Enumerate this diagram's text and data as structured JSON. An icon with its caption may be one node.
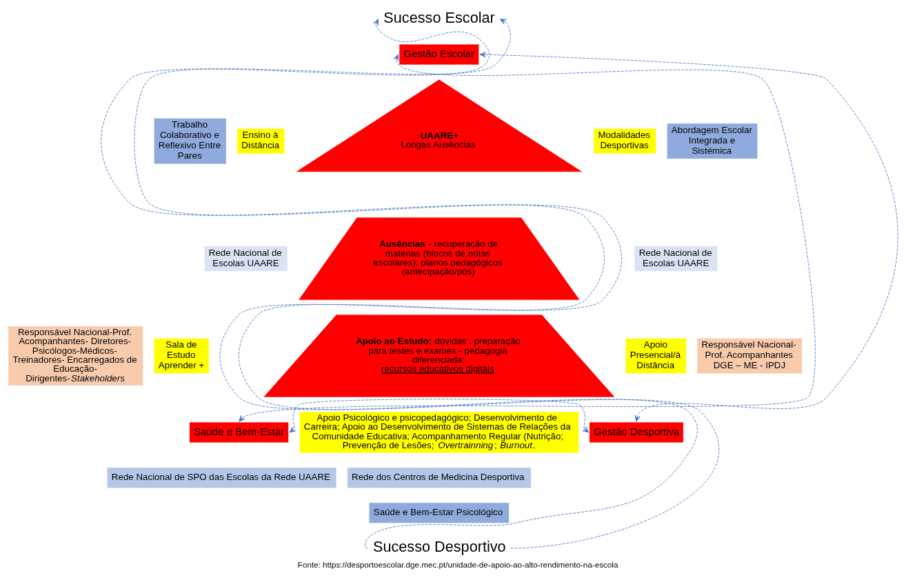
{
  "diagram": {
    "caption": "Fonte: https://desportoescolar.dge.mec.pt/unidade-de-apoio-ao-alto-rendimento-na-escola",
    "nodes": [
      {
        "text": [
          "Sucesso Escolar"
        ]
      },
      {
        "text": [
          "Gestão Escolar"
        ]
      },
      {
        "text": [
          "UAARE+",
          "Longas Ausências"
        ]
      },
      {
        "text": [
          "**Ausências** - recuperação de matérias (blocos de notas escolares): planos pedagógicos (antecipação/pós)"
        ]
      },
      {
        "text": [
          "**Apoio ao Estudo:** dúvidas , preparação para testes e exames - pedagogia diferenciada;",
          "recursos educativos digitais"
        ]
      },
      {
        "text": [
          "Trabalho Colaborativo e Reflexivo Entre Pares"
        ]
      },
      {
        "text": [
          "Rede Nacional de Escolas UAARE"
        ]
      },
      {
        "text": [
          "Ensino à Distância"
        ]
      },
      {
        "text": [
          "Sala de Estudo Aprender +"
        ]
      },
      {
        "text": [
          "Modalidades Desportivas"
        ]
      },
      {
        "text": [
          "Rede Nacional de Escolas UAARE"
        ]
      },
      {
        "text": [
          "Abordagem Escolar Integrada e Sistémica"
        ]
      },
      {
        "text": [
          "Apoio Presencial/à Distância"
        ]
      },
      {
        "text": [
          "Responsável Nacional-Prof. Acompanhantes- Diretores- Psicólogos-Médicos-Treinadores- Encarregados de Educação- Dirigentes-*Stakeholders*"
        ]
      },
      {
        "text": [
          "Responsável Nacional-Prof. Acompanhantes",
          "DGE – ME - IPDJ"
        ]
      },
      {
        "text": [
          "Saúde e Bem-Estar"
        ]
      },
      {
        "text": [
          "Gestão Desportiva"
        ]
      },
      {
        "text": [
          "Apoio Psicológico e psicopedagógico; Desenvolvimento de Carreira; Apoio ao Desenvolvimento de Sistemas de Relações da Comunidade Educativa; Acompanhamento Regular (Nutrição; Prevenção de Lesões; *Overtrainning*; *Burnout*."
        ]
      },
      {
        "text": [
          "Rede Nacional de SPO das Escolas da Rede UAARE"
        ]
      },
      {
        "text": [
          "Rede dos Centros de Medicina Desportiva"
        ]
      },
      {
        "text": [
          "Saúde e Bem-Estar Psicológico"
        ]
      },
      {
        "text": [
          "Sucesso Desportivo"
        ]
      }
    ],
    "edges": [
      {
        "from": 1,
        "to": 15,
        "arrow": "both",
        "style": "dashed"
      },
      {
        "from": 1,
        "to": 16,
        "arrow": "both",
        "style": "dashed"
      },
      {
        "from": 15,
        "to": 16,
        "arrow": "both",
        "style": "dashed"
      },
      {
        "from": 21,
        "to": 0,
        "arrow": "to",
        "style": "dashed"
      },
      {
        "from": 21,
        "to": 0,
        "arrow": "to",
        "style": "dashed"
      }
    ]
  }
}
